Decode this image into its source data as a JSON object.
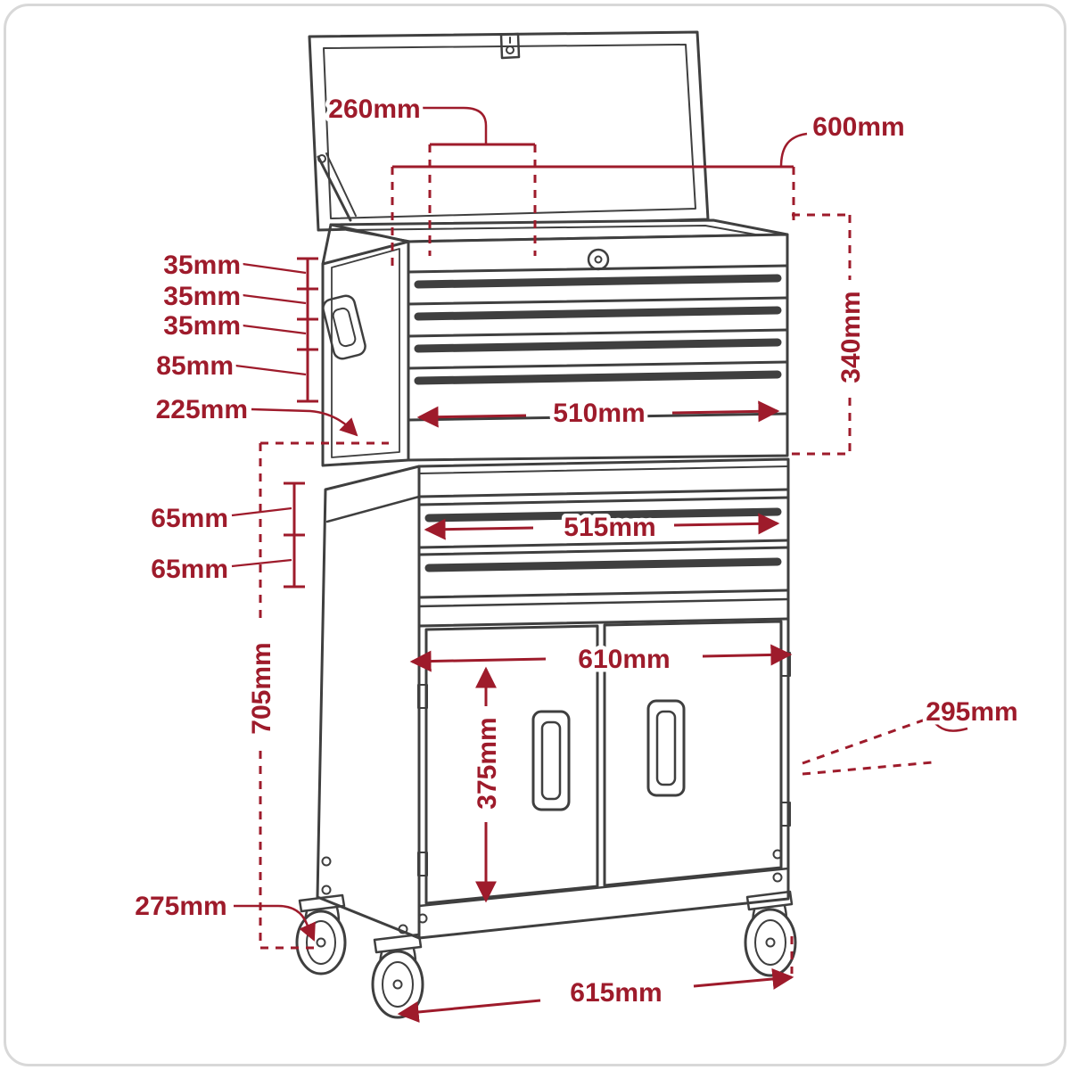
{
  "colors": {
    "accent": "#9E1B2B",
    "line_art": "#3F3F3F",
    "background": "#FFFFFF",
    "frame_border": "#D8D8D8"
  },
  "labels": {
    "d260": "260mm",
    "d600": "600mm",
    "d35a": "35mm",
    "d35b": "35mm",
    "d35c": "35mm",
    "d85": "85mm",
    "d225": "225mm",
    "d510": "510mm",
    "d340": "340mm",
    "d65a": "65mm",
    "d65b": "65mm",
    "d515": "515mm",
    "d705": "705mm",
    "d610": "610mm",
    "d375": "375mm",
    "d295": "295mm",
    "d275": "275mm",
    "d615": "615mm"
  }
}
